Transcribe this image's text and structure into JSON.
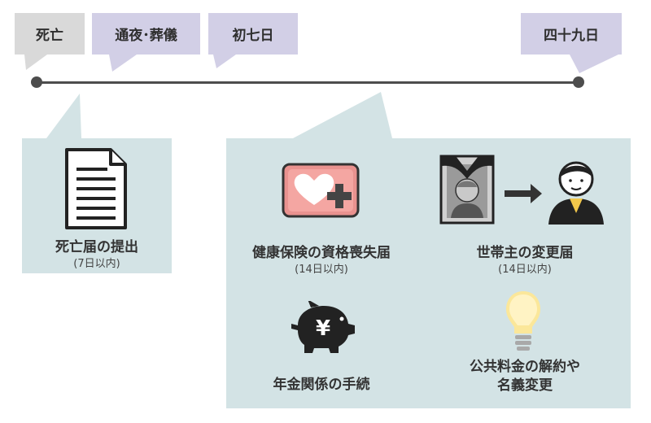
{
  "timeline": {
    "stage1": "死亡",
    "stage2": "通夜･葬儀",
    "stage3": "初七日",
    "stage4": "四十九日"
  },
  "left_panel": {
    "title": "死亡届の提出",
    "sub": "(7日以内)",
    "icon": "document-icon"
  },
  "right_panel": {
    "items": [
      {
        "title": "健康保険の資格喪失届",
        "sub": "(14日以内)",
        "icon": "health-insurance-card-icon"
      },
      {
        "title": "世帯主の変更届",
        "sub": "(14日以内)",
        "icon": "head-of-household-change-icon"
      },
      {
        "title": "年金関係の手続",
        "icon": "piggy-bank-yen-icon"
      },
      {
        "title_line1": "公共料金の解約や",
        "title_line2": "名義変更",
        "icon": "light-bulb-icon"
      }
    ]
  },
  "colors": {
    "gray_bubble": "#d9d9d9",
    "lavender_bubble": "#d2cfe6",
    "panel": "#d3e3e5",
    "timeline": "#4d4d4d"
  }
}
